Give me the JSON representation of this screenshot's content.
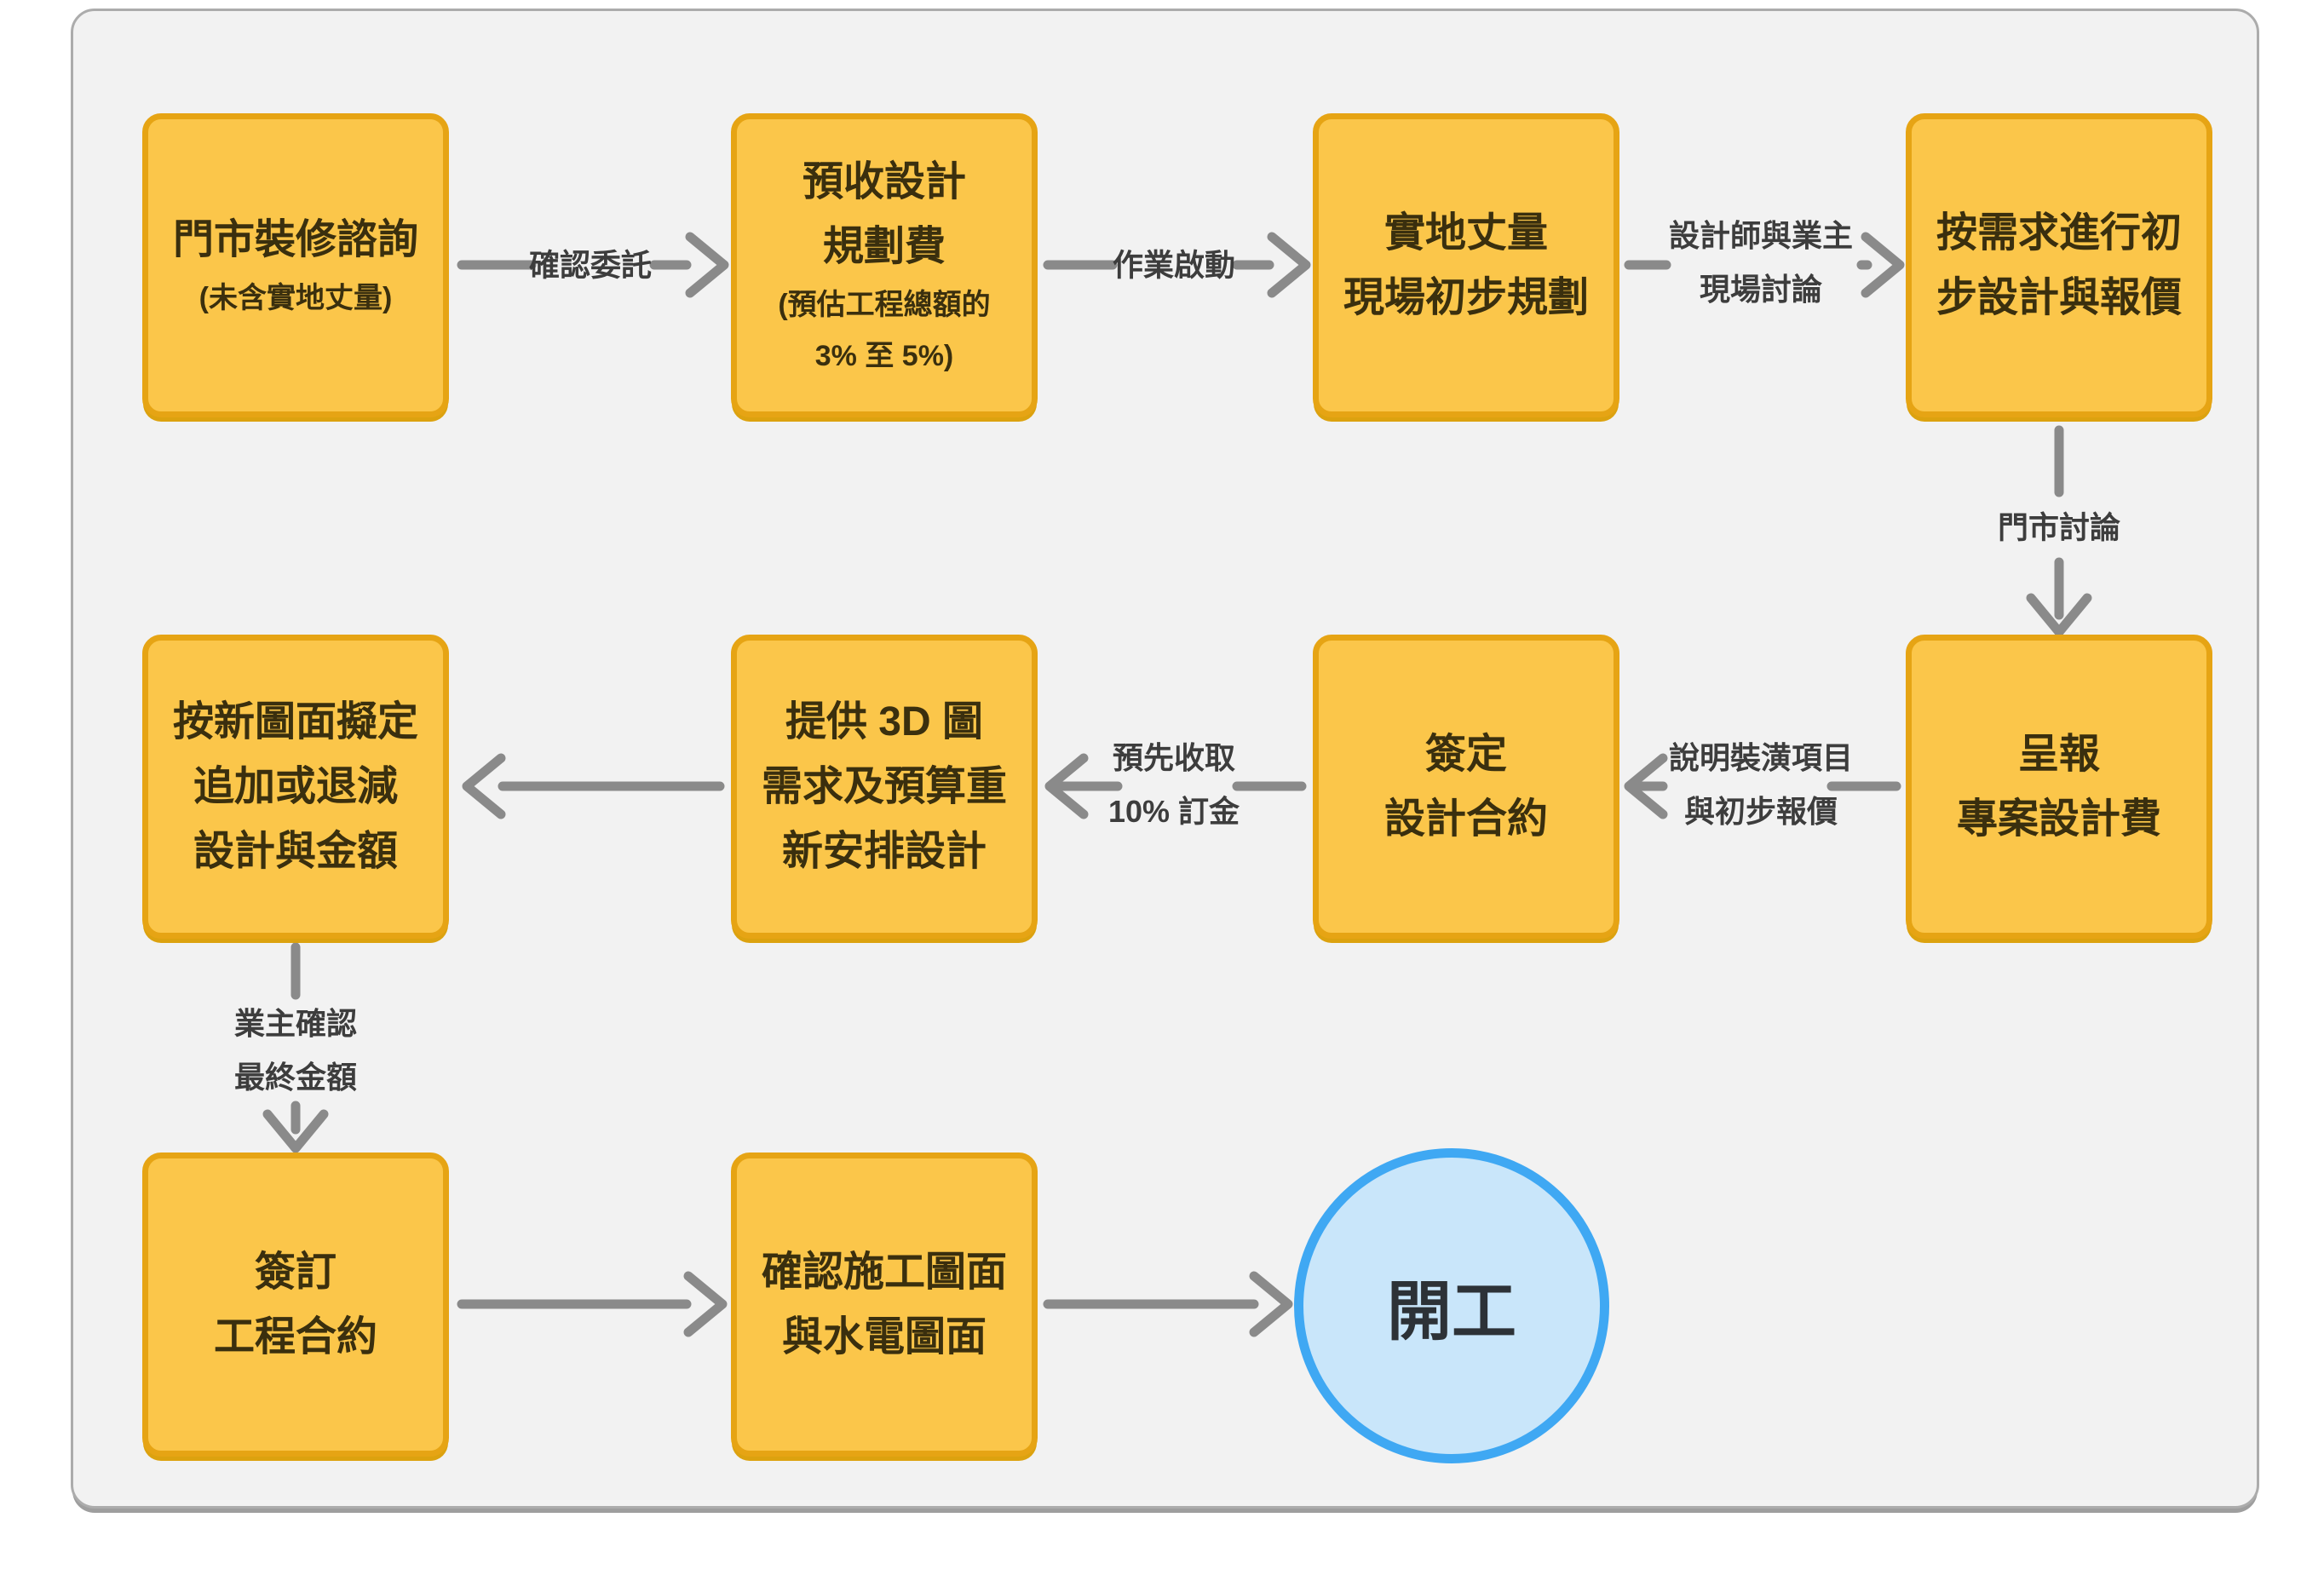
{
  "colors": {
    "node_fill": "#FBC64A",
    "node_border": "#E6A414",
    "node_text": "#3A2F0E",
    "arrow": "#8A8A8A",
    "edge_label_text": "#3D3D3D",
    "end_fill": "#C9E6FA",
    "end_border": "#3FA8F3",
    "end_text": "#2D3237",
    "frame_fill": "#F2F2F2",
    "frame_border": "#ACACAC"
  },
  "nodes": {
    "n1": {
      "line1": "門市裝修諮詢",
      "sub1": "(未含實地丈量)"
    },
    "n2": {
      "line1": "預收設計",
      "line2": "規劃費",
      "sub1": "(預估工程總額的",
      "sub2": "3% 至 5%)"
    },
    "n3": {
      "line1": "實地丈量",
      "line2": "現場初步規劃"
    },
    "n4": {
      "line1": "按需求進行初",
      "line2": "步設計與報價"
    },
    "n5": {
      "line1": "呈報",
      "line2": "專案設計費"
    },
    "n6": {
      "line1": "簽定",
      "line2": "設計合約"
    },
    "n7": {
      "line1": "提供 3D 圖",
      "line2": "需求及預算重",
      "line3": "新安排設計"
    },
    "n8": {
      "line1": "按新圖面擬定",
      "line2": "追加或退減",
      "line3": "設計與金額"
    },
    "n9": {
      "line1": "簽訂",
      "line2": "工程合約"
    },
    "n10": {
      "line1": "確認施工圖面",
      "line2": "與水電圖面"
    },
    "end": {
      "label": "開工"
    }
  },
  "edges": {
    "e1": {
      "label": "確認委託"
    },
    "e2": {
      "label": "作業啟動"
    },
    "e3": {
      "line1": "設計師與業主",
      "line2": "現場討論"
    },
    "e4": {
      "label": "門市討論"
    },
    "e5": {
      "line1": "說明裝潢項目",
      "line2": "與初步報價"
    },
    "e6": {
      "line1": "預先收取",
      "line2": "10% 訂金"
    },
    "e7": {
      "line1": "業主確認",
      "line2": "最終金額"
    }
  }
}
